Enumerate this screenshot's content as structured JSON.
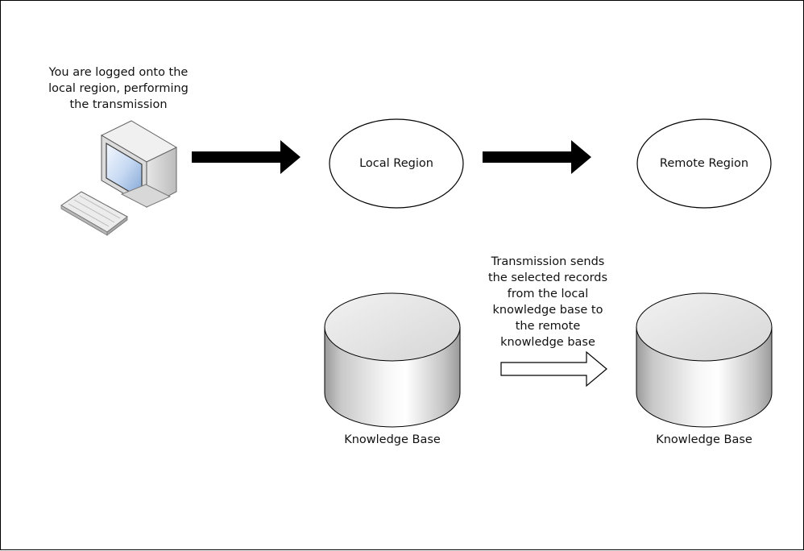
{
  "user_note": "You are logged onto the\nlocal region, performing\nthe transmission",
  "local_region": "Local Region",
  "remote_region": "Remote Region",
  "transmission_note": "Transmission sends\nthe selected records\nfrom the local\nknowledge base to\nthe remote\nknowledge base",
  "kb_local": "Knowledge Base",
  "kb_remote": "Knowledge Base",
  "icons": [
    "computer-icon",
    "keyboard-icon",
    "database-icon"
  ]
}
